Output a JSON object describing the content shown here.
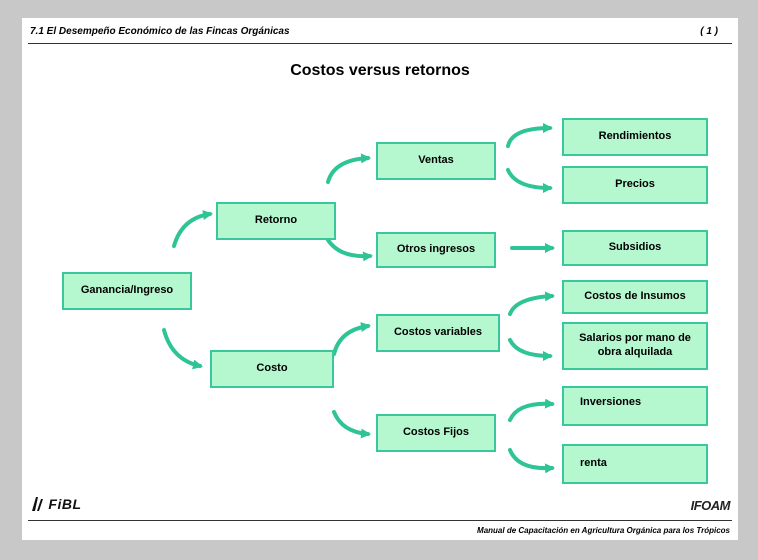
{
  "header": {
    "section": "7.1 El Desempeño Económico de las Fincas Orgánicas",
    "page": "( 1 )"
  },
  "title": "Costos versus retornos",
  "nodes": {
    "root": "Ganancia/Ingreso",
    "retorno": "Retorno",
    "costo": "Costo",
    "ventas": "Ventas",
    "otros_ingresos": "Otros ingresos",
    "costos_variables": "Costos variables",
    "costos_fijos": "Costos Fijos",
    "rendimientos": "Rendimientos",
    "precios": "Precios",
    "subsidios": "Subsidios",
    "costos_insumos": "Costos de Insumos",
    "salarios": "Salarios por mano de obra alquilada",
    "inversiones": "Inversiones",
    "renta": "renta"
  },
  "logos": {
    "fibl": "FiBL",
    "ifoam": "IFOAM"
  },
  "footer": "Manual de Capacitación en Agricultura Orgánica para los Trópicos",
  "colors": {
    "box_fill": "#b5f7cf",
    "box_border": "#3bc79c",
    "arrow": "#2ec496"
  }
}
